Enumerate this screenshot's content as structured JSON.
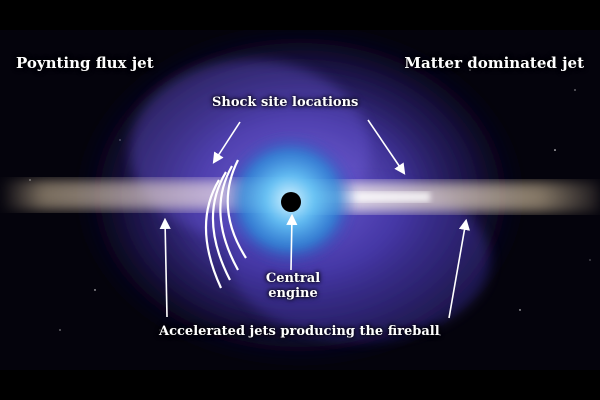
{
  "labels": {
    "left_jet": "Poynting flux jet",
    "right_jet": "Matter dominated jet",
    "shock": "Shock site locations",
    "engine_line1": "Central",
    "engine_line2": "engine",
    "accelerated": "Accelerated jets producing the fireball"
  },
  "colors": {
    "background": "#000000",
    "nebula_purple": "#5a48c8",
    "core_blue": "#3aa6e8",
    "jet_beige": "#d8c3a0",
    "text": "#ffffff"
  }
}
